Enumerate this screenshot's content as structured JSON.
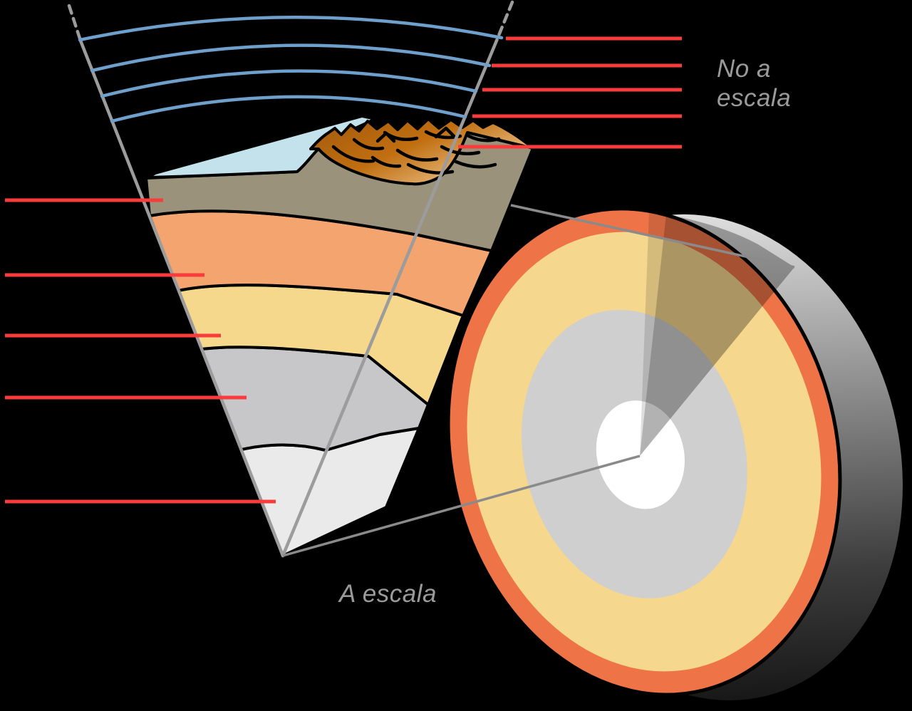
{
  "labels": {
    "not_to_scale": "No a\nescala",
    "to_scale": "A escala",
    "color": "#9A9A9A"
  },
  "colors": {
    "background": "#000000",
    "outline": "#000000",
    "red_leader": "#F93B3B",
    "gray_connector": "#8A8A8A",
    "wedge_edge": "#9C9C9C",
    "atmosphere_arc": "#6FA0CC",
    "water": "#C3E2EC",
    "crust": "#9A927B",
    "upper_mantle": "#F3A46F",
    "mantle": "#F6D88D",
    "outer_core": "#C7C7C9",
    "inner_core": "#EAEAEA",
    "mountain_dark": "#A35A0C",
    "mountain_mid": "#C06E10",
    "mountain_light": "#F0CA96",
    "globe_crust_ring": "#EE7448",
    "globe_mantle": "#F5D78E",
    "globe_outer_core": "#CFCFCF",
    "globe_inner_core": "#FFFFFF",
    "side_top": "#DCDCDC",
    "side_mid": "#8F8F8F",
    "side_low": "#3D3D3D",
    "side_bottom": "#141414",
    "cut_shade_light_opacity": "0.13",
    "cut_shade_dark_opacity": "0.30"
  },
  "structure": {
    "atmosphere_arc_count": 4,
    "right_leader_line_count": 5,
    "left_leader_line_count": 5
  }
}
